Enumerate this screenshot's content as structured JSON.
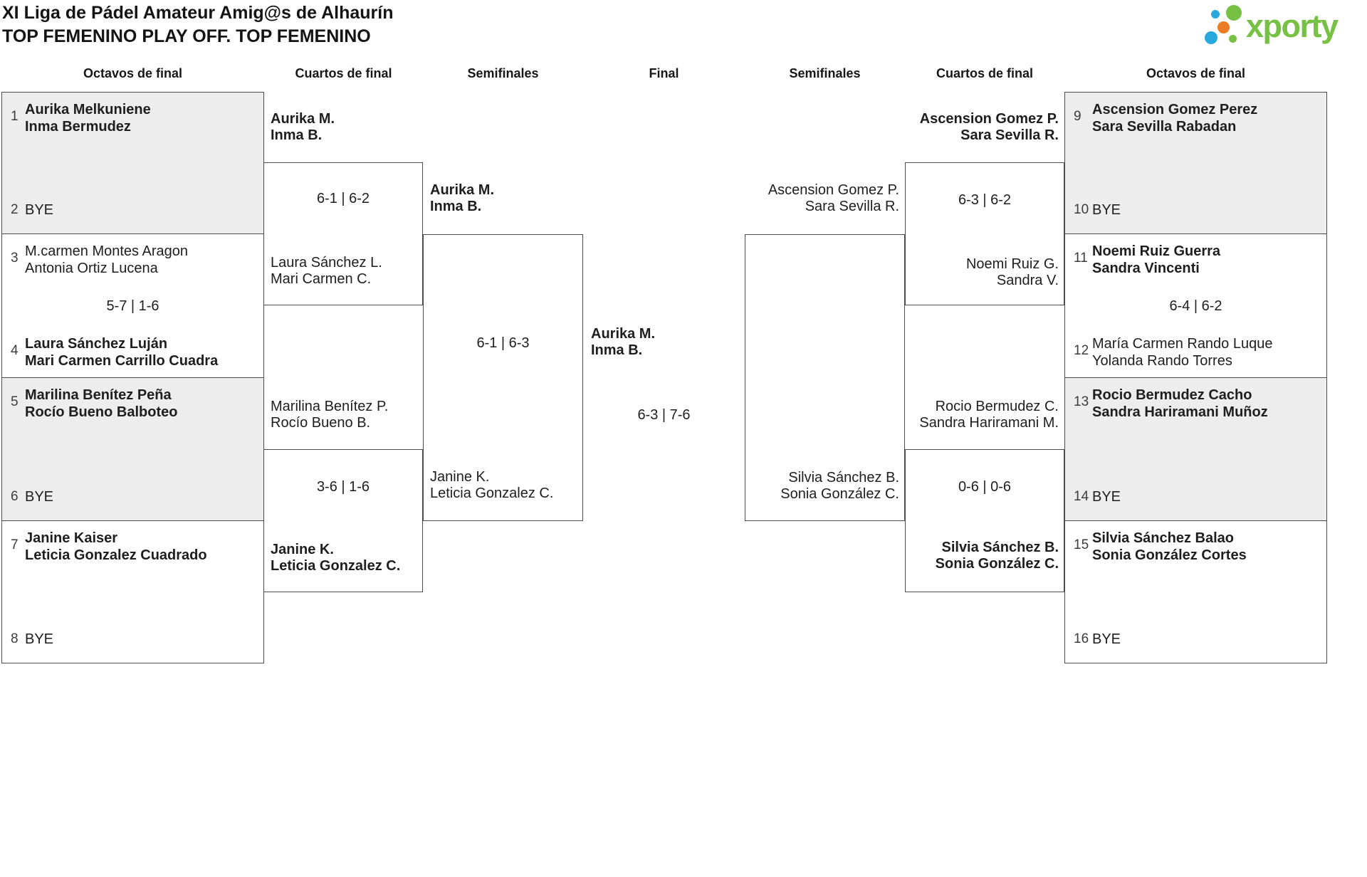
{
  "title": {
    "line1": "XI Liga de Pádel Amateur Amig@s de Alhaurín",
    "line2": "TOP FEMENINO PLAY OFF. TOP FEMENINO"
  },
  "logo": {
    "text": "xporty"
  },
  "colors": {
    "brand_green": "#76c043",
    "brand_blue": "#29a8e0",
    "brand_orange": "#ea7c22",
    "box_shaded": "#ededed",
    "line": "#4c4c4c"
  },
  "columns": {
    "c1": "Octavos de final",
    "c2": "Cuartos de final",
    "c3": "Semifinales",
    "c4": "Final",
    "c5": "Semifinales",
    "c6": "Cuartos de final",
    "c7": "Octavos de final"
  },
  "r16": {
    "m1": {
      "seed_top": "1",
      "team_top_1": "Aurika Melkuniene",
      "team_top_2": "Inma Bermudez",
      "seed_bottom": "2",
      "bye_bottom": "BYE"
    },
    "m2": {
      "seed_top": "3",
      "team_top_1": "M.carmen Montes Aragon",
      "team_top_2": "Antonia Ortiz Lucena",
      "score": "5-7 | 1-6",
      "seed_bottom": "4",
      "team_bottom_1": "Laura Sánchez Luján",
      "team_bottom_2": "Mari Carmen Carrillo Cuadra"
    },
    "m3": {
      "seed_top": "5",
      "team_top_1": "Marilina Benítez Peña",
      "team_top_2": "Rocío Bueno Balboteo",
      "seed_bottom": "6",
      "bye_bottom": "BYE"
    },
    "m4": {
      "seed_top": "7",
      "team_top_1": "Janine Kaiser",
      "team_top_2": "Leticia Gonzalez Cuadrado",
      "seed_bottom": "8",
      "bye_bottom": "BYE"
    },
    "m5": {
      "seed_top": "9",
      "team_top_1": "Ascension Gomez Perez",
      "team_top_2": "Sara Sevilla Rabadan",
      "seed_bottom": "10",
      "bye_bottom": "BYE"
    },
    "m6": {
      "seed_top": "11",
      "team_top_1": "Noemi Ruiz Guerra",
      "team_top_2": "Sandra Vincenti",
      "score": "6-4 | 6-2",
      "seed_bottom": "12",
      "team_bottom_1": "María Carmen Rando Luque",
      "team_bottom_2": "Yolanda Rando Torres"
    },
    "m7": {
      "seed_top": "13",
      "team_top_1": "Rocio Bermudez Cacho",
      "team_top_2": "Sandra Hariramani Muñoz",
      "seed_bottom": "14",
      "bye_bottom": "BYE"
    },
    "m8": {
      "seed_top": "15",
      "team_top_1": "Silvia Sánchez Balao",
      "team_top_2": "Sonia González Cortes",
      "seed_bottom": "16",
      "bye_bottom": "BYE"
    }
  },
  "qf": {
    "l1": {
      "team_top_1": "Aurika M.",
      "team_top_2": "Inma B.",
      "score": "6-1 | 6-2",
      "team_bottom_1": "Laura Sánchez L.",
      "team_bottom_2": "Mari Carmen C."
    },
    "l2": {
      "team_top_1": "Marilina Benítez P.",
      "team_top_2": "Rocío Bueno B.",
      "score": "3-6 | 1-6",
      "team_bottom_1": "Janine K.",
      "team_bottom_2": "Leticia Gonzalez C."
    },
    "r1": {
      "team_top_1": "Ascension Gomez P.",
      "team_top_2": "Sara Sevilla R.",
      "score": "6-3 | 6-2",
      "team_bottom_1": "Noemi Ruiz G.",
      "team_bottom_2": "Sandra V."
    },
    "r2": {
      "team_top_1": "Rocio Bermudez C.",
      "team_top_2": "Sandra Hariramani M.",
      "score": "0-6 | 0-6",
      "team_bottom_1": "Silvia Sánchez B.",
      "team_bottom_2": "Sonia González C."
    }
  },
  "sf": {
    "l": {
      "team_top_1": "Aurika M.",
      "team_top_2": "Inma B.",
      "score": "6-1 | 6-3",
      "team_bottom_1": "Janine K.",
      "team_bottom_2": "Leticia Gonzalez C."
    },
    "r": {
      "team_top_1": "Ascension Gomez P.",
      "team_top_2": "Sara Sevilla R.",
      "team_bottom_1": "Silvia Sánchez B.",
      "team_bottom_2": "Sonia González C."
    }
  },
  "final": {
    "winner_1": "Aurika M.",
    "winner_2": "Inma B.",
    "score": "6-3 | 7-6"
  }
}
